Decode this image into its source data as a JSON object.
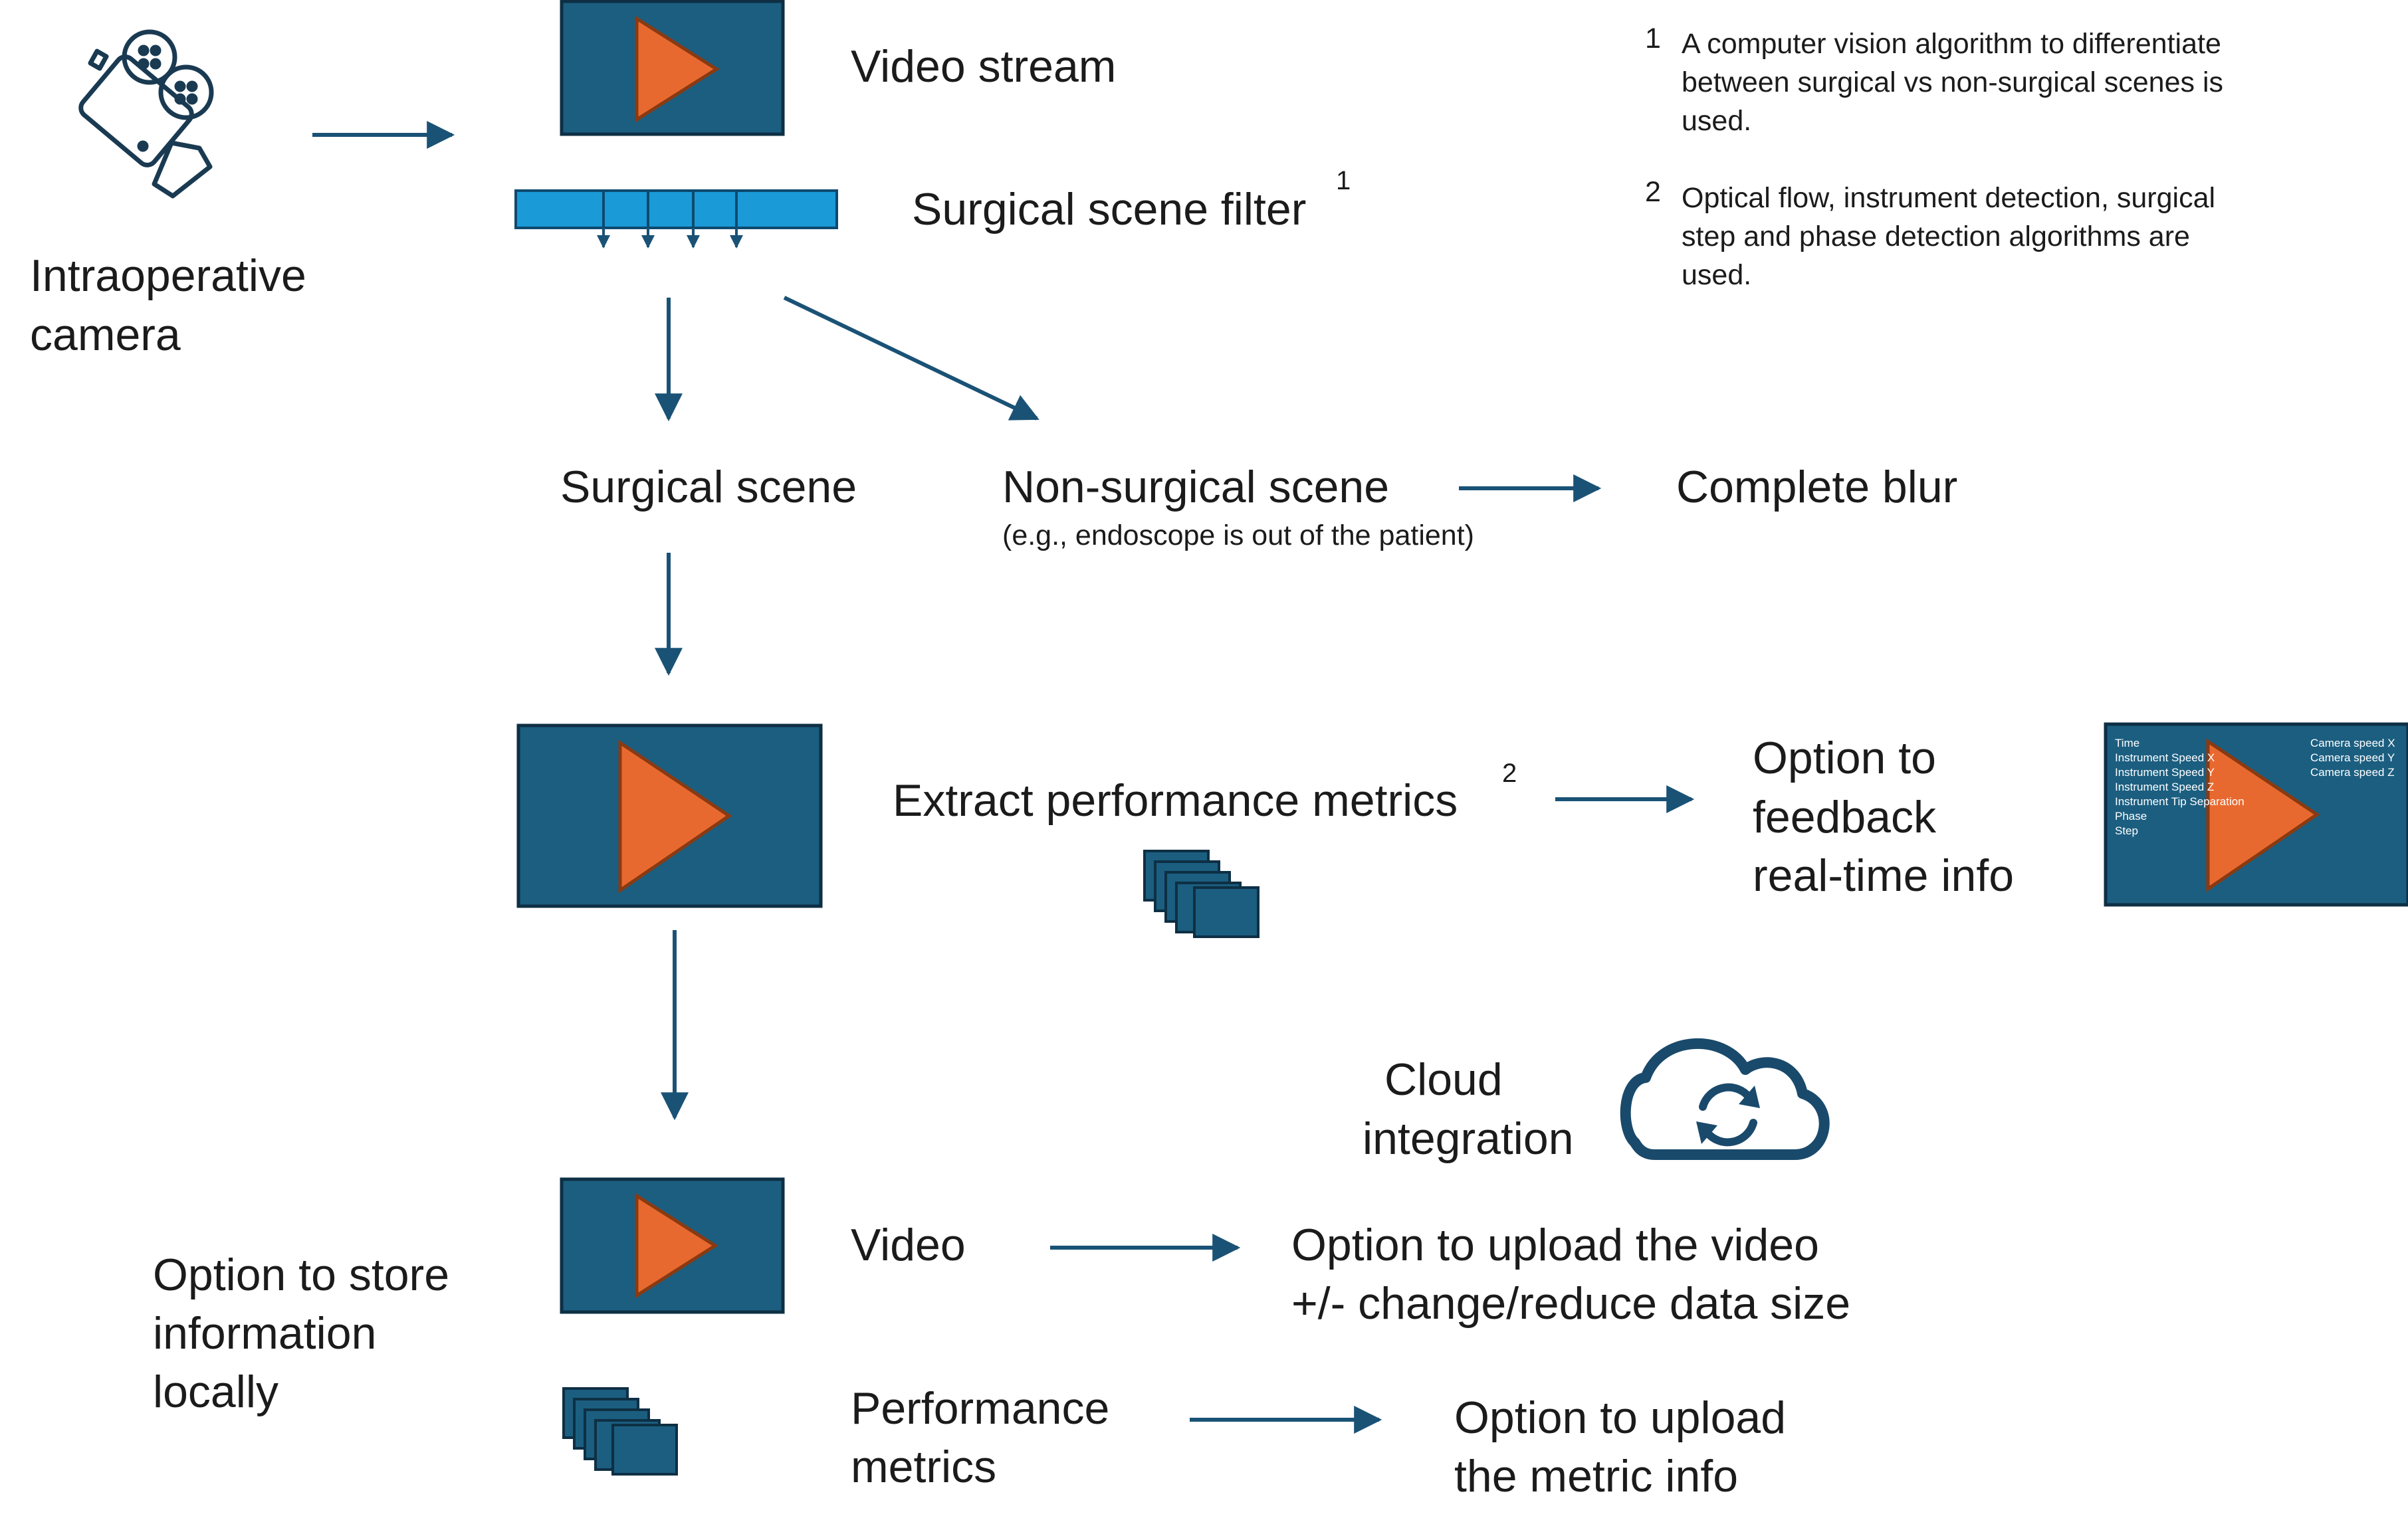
{
  "colors": {
    "navy": "#1a5276",
    "box": "#1b5e80",
    "orange": "#e8692f",
    "bar": "#1a9ad6",
    "ink": "#1b1b1b"
  },
  "camera": {
    "label_line1": "Intraoperative",
    "label_line2": "camera",
    "icon": "video-camera-icon"
  },
  "video_stream": {
    "label": "Video stream",
    "icon": "play-icon"
  },
  "filter": {
    "label": "Surgical scene filter",
    "footnote_ref": "1"
  },
  "surgical_scene": {
    "label": "Surgical scene"
  },
  "non_surgical": {
    "label": "Non-surgical scene",
    "sublabel": "(e.g., endoscope is out of the patient)"
  },
  "complete_blur": {
    "label": "Complete blur"
  },
  "extract": {
    "label": "Extract performance metrics",
    "footnote_ref": "2",
    "icon": "stacked-frames-icon"
  },
  "feedback": {
    "label_line1": "Option to",
    "label_line2": "feedback",
    "label_line3": "real-time info",
    "overlay_left": [
      "Time",
      "Instrument Speed X",
      "Instrument Speed Y",
      "Instrument Speed Z",
      "Instrument Tip Separation",
      "Phase",
      "Step"
    ],
    "overlay_right": [
      "Camera speed X",
      "Camera speed Y",
      "Camera speed Z"
    ]
  },
  "cloud": {
    "label_line1": "Cloud",
    "label_line2": "integration",
    "icon": "cloud-sync-icon"
  },
  "store_local": {
    "label_line1": "Option to store",
    "label_line2": "information",
    "label_line3": "locally"
  },
  "video": {
    "label": "Video"
  },
  "upload_video": {
    "label_line1": "Option to upload the video",
    "label_line2": "+/- change/reduce data size"
  },
  "perf_metrics": {
    "label_line1": "Performance",
    "label_line2": "metrics"
  },
  "upload_metrics": {
    "label_line1": "Option to upload",
    "label_line2": "the metric info"
  },
  "notes": [
    {
      "num": "1",
      "lines": [
        "A computer vision algorithm to differentiate",
        "between surgical vs non-surgical scenes is",
        "used."
      ]
    },
    {
      "num": "2",
      "lines": [
        "Optical flow, instrument detection, surgical",
        "step and phase detection algorithms are",
        "used."
      ]
    }
  ]
}
